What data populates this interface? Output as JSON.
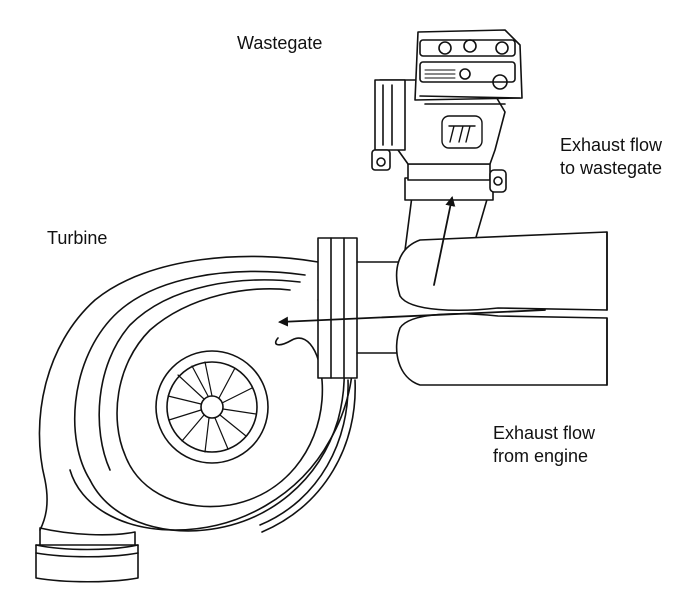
{
  "labels": {
    "wastegate": "Wastegate",
    "turbine": "Turbine",
    "wastegate_flow": [
      "Exhaust flow",
      "to wastegate"
    ],
    "engine_flow": [
      "Exhaust flow",
      "from engine"
    ]
  },
  "colors": {
    "line": "#111111",
    "background": "#ffffff"
  },
  "icons": {
    "logo": "turbosmart-logo",
    "flow_arrows": "arrow-icon"
  }
}
